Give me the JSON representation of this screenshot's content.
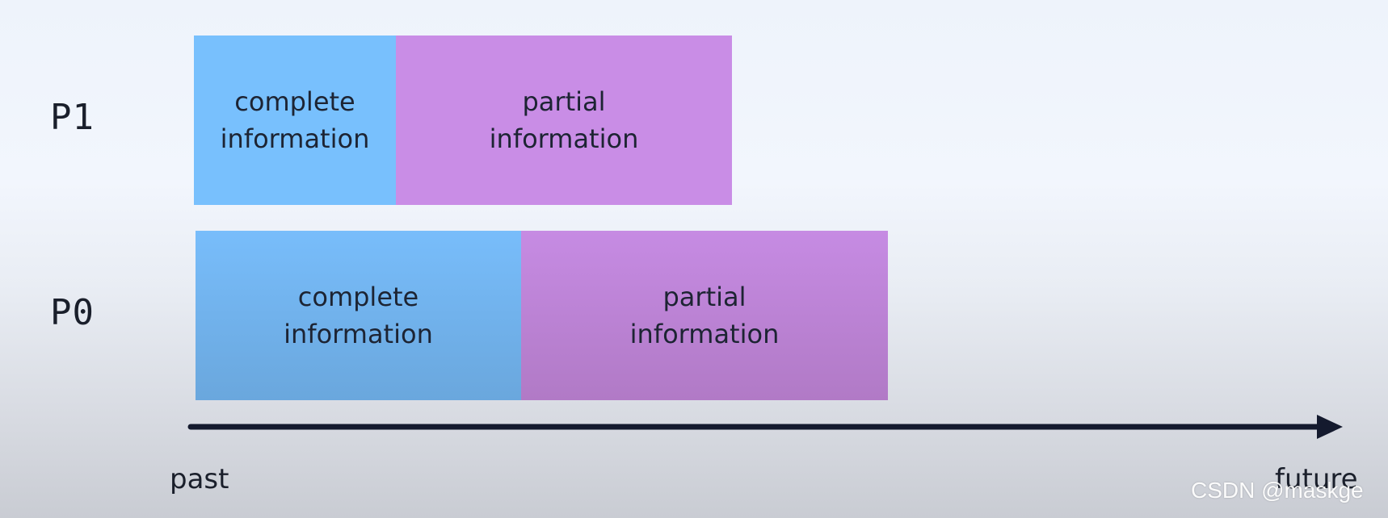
{
  "rows": [
    {
      "label": "P1",
      "complete": "complete\ninformation",
      "partial": "partial\ninformation"
    },
    {
      "label": "P0",
      "complete": "complete\ninformation",
      "partial": "partial\ninformation"
    }
  ],
  "axis": {
    "start_label": "past",
    "end_label": "future"
  },
  "colors": {
    "complete": "#78c0fd",
    "partial": "#c98de6",
    "axis": "#141a2e"
  },
  "watermark": "CSDN @maskge"
}
